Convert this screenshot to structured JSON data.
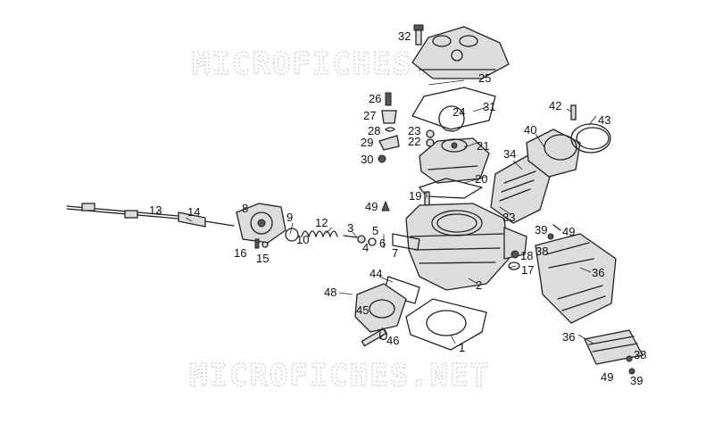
{
  "watermark": {
    "top": "MICROFICHES.NET",
    "bottom": "MICROFICHES.NET"
  },
  "callouts": [
    {
      "id": "c32",
      "text": "32"
    },
    {
      "id": "c25",
      "text": "25"
    },
    {
      "id": "c26",
      "text": "26"
    },
    {
      "id": "c31",
      "text": "31"
    },
    {
      "id": "c27",
      "text": "27"
    },
    {
      "id": "c24",
      "text": "24"
    },
    {
      "id": "c28",
      "text": "28"
    },
    {
      "id": "c23",
      "text": "23"
    },
    {
      "id": "c22",
      "text": "22"
    },
    {
      "id": "c21",
      "text": "21"
    },
    {
      "id": "c29",
      "text": "29"
    },
    {
      "id": "c30",
      "text": "30"
    },
    {
      "id": "c20",
      "text": "20"
    },
    {
      "id": "c19",
      "text": "19"
    },
    {
      "id": "c42",
      "text": "42"
    },
    {
      "id": "c43",
      "text": "43"
    },
    {
      "id": "c40",
      "text": "40"
    },
    {
      "id": "c34",
      "text": "34"
    },
    {
      "id": "c33",
      "text": "33"
    },
    {
      "id": "c39a",
      "text": "39"
    },
    {
      "id": "c49a",
      "text": "49"
    },
    {
      "id": "c38a",
      "text": "38"
    },
    {
      "id": "c36a",
      "text": "36"
    },
    {
      "id": "c36b",
      "text": "36"
    },
    {
      "id": "c38b",
      "text": "38"
    },
    {
      "id": "c39b",
      "text": "39"
    },
    {
      "id": "c49b",
      "text": "49"
    },
    {
      "id": "c13",
      "text": "13"
    },
    {
      "id": "c14",
      "text": "14"
    },
    {
      "id": "c8",
      "text": "8"
    },
    {
      "id": "c9",
      "text": "9"
    },
    {
      "id": "c10",
      "text": "10"
    },
    {
      "id": "c12",
      "text": "12"
    },
    {
      "id": "c3",
      "text": "3"
    },
    {
      "id": "c49c",
      "text": "49"
    },
    {
      "id": "c5",
      "text": "5"
    },
    {
      "id": "c4",
      "text": "4"
    },
    {
      "id": "c6",
      "text": "6"
    },
    {
      "id": "c7",
      "text": "7"
    },
    {
      "id": "c16",
      "text": "16"
    },
    {
      "id": "c15",
      "text": "15"
    },
    {
      "id": "c18",
      "text": "18"
    },
    {
      "id": "c17",
      "text": "17"
    },
    {
      "id": "c2",
      "text": "2"
    },
    {
      "id": "c44",
      "text": "44"
    },
    {
      "id": "c48",
      "text": "48"
    },
    {
      "id": "c45",
      "text": "45"
    },
    {
      "id": "c46",
      "text": "46"
    },
    {
      "id": "c1",
      "text": "1"
    }
  ]
}
